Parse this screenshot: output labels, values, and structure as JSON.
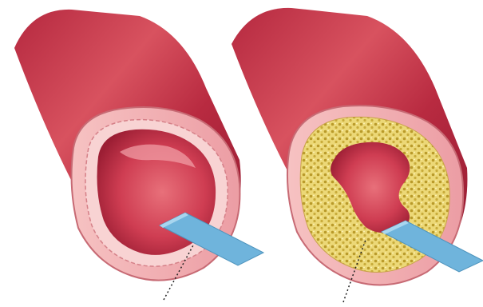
{
  "figure": {
    "panels": [
      {
        "id": "healthy-artery",
        "condition": "normal"
      },
      {
        "id": "narrowed-artery",
        "condition": "plaque buildup"
      }
    ],
    "colors": {
      "background": "#ffffff",
      "artery_dark": "#9c1e34",
      "artery_mid": "#c93a50",
      "artery_light": "#f0a0a6",
      "lumen": "#d64a5c",
      "wall_pink": "#f2b8b8",
      "plaque": "#e7d06a",
      "plaque_dot": "#b99a2a",
      "blood_flow_arrow": "#6fb4dc",
      "pointer_line": "#222222"
    },
    "icons": [
      "blood-flow-arrow-icon",
      "blood-flow-arrow-icon"
    ]
  }
}
